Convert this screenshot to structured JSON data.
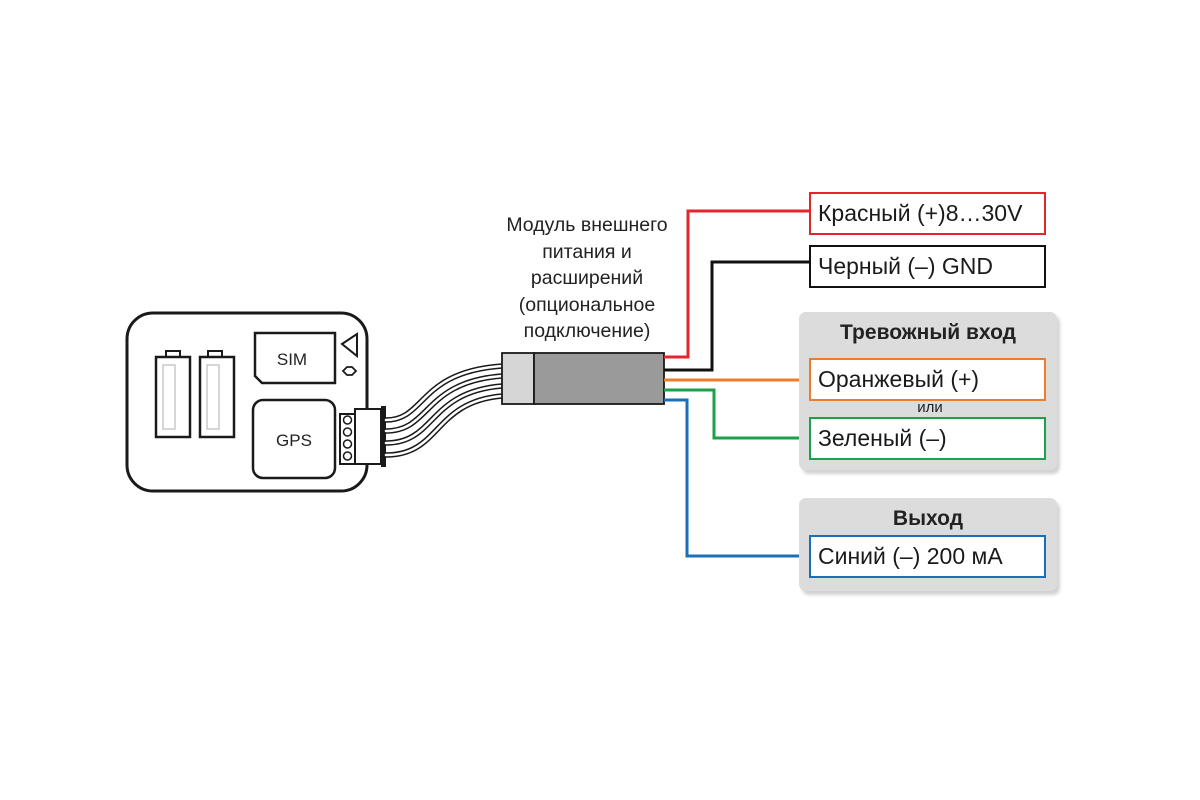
{
  "module": {
    "caption_lines": [
      "Модуль внешнего",
      "питания и",
      "расширений",
      "(опциональное",
      "подключение)"
    ]
  },
  "device": {
    "sim_label": "SIM",
    "gps_label": "GPS"
  },
  "wires": {
    "red": {
      "label": "Красный (+)8…30V",
      "color": "#e3262c"
    },
    "black": {
      "label": "Черный (–) GND",
      "color": "#111111"
    },
    "orange": {
      "label": "Оранжевый (+)",
      "color": "#ee7d2b"
    },
    "green": {
      "label": "Зеленый (–)",
      "color": "#1ca04a"
    },
    "blue": {
      "label": "Синий (–) 200 мА",
      "color": "#1b6fb8"
    }
  },
  "alarm_input": {
    "title": "Тревожный вход",
    "or_label": "или"
  },
  "output": {
    "title": "Выход"
  }
}
